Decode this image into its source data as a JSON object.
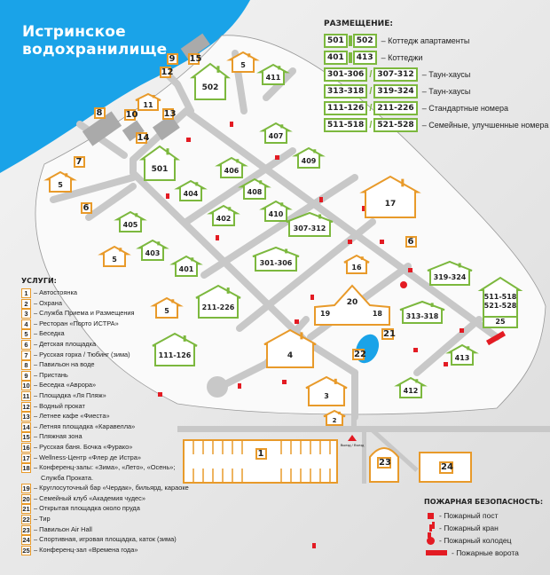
{
  "lake_title_line1": "Истринское",
  "lake_title_line2": "водохранилище",
  "accommodation": {
    "title": "РАЗМЕЩЕНИЕ:",
    "rows": [
      {
        "a": "501",
        "b": "502",
        "joiner": "-",
        "desc": "– Коттедж апартаменты"
      },
      {
        "a": "401",
        "b": "413",
        "joiner": "-",
        "desc": "– Коттеджи"
      },
      {
        "a": "301-306",
        "b": "307-312",
        "joiner": "/",
        "desc": "– Таун-хаусы"
      },
      {
        "a": "313-318",
        "b": "319-324",
        "joiner": "/",
        "desc": "– Таун-хаусы"
      },
      {
        "a": "111-126",
        "b": "211-226",
        "joiner": "/",
        "desc": "– Стандартные номера"
      },
      {
        "a": "511-518",
        "b": "521-528",
        "joiner": "/",
        "desc": "– Семейные, улучшенные номера"
      }
    ]
  },
  "services": {
    "title": "УСЛУГИ:",
    "items": [
      {
        "n": "1",
        "text": "– Автостоянка"
      },
      {
        "n": "2",
        "text": "– Охрана"
      },
      {
        "n": "3",
        "text": "– Служба Приема и Размещения"
      },
      {
        "n": "4",
        "text": "– Ресторан «Порто ИСТРА»"
      },
      {
        "n": "5",
        "text": "– Беседка"
      },
      {
        "n": "6",
        "text": "– Детская площадка"
      },
      {
        "n": "7",
        "text": "– Русская горка / Тюбинг (зима)"
      },
      {
        "n": "8",
        "text": "– Павильон на воде"
      },
      {
        "n": "9",
        "text": "– Пристань"
      },
      {
        "n": "10",
        "text": "– Беседка «Аврора»"
      },
      {
        "n": "11",
        "text": "– Площадка «Ля Пляж»"
      },
      {
        "n": "12",
        "text": "– Водный прокат"
      },
      {
        "n": "13",
        "text": "– Летнее кафе «Фиеста»"
      },
      {
        "n": "14",
        "text": "– Летняя площадка «Каравелла»"
      },
      {
        "n": "15",
        "text": "– Пляжная зона"
      },
      {
        "n": "16",
        "text": "– Русская баня. Бочка «Фурако»"
      },
      {
        "n": "17",
        "text": "– Wellness-Центр «Флер де Истра»"
      },
      {
        "n": "18",
        "text": "– Конференц-залы: «Зима», «Лето», «Осень»;"
      },
      {
        "n": "",
        "text": "Служба Проката."
      },
      {
        "n": "19",
        "text": "– Круглосуточный бар «Чердак», бильярд, караоке"
      },
      {
        "n": "20",
        "text": "– Семейный клуб «Академия чудес»"
      },
      {
        "n": "21",
        "text": "– Открытая площадка около пруда"
      },
      {
        "n": "22",
        "text": "– Тир"
      },
      {
        "n": "23",
        "text": "– Павильон Air Hall"
      },
      {
        "n": "24",
        "text": "– Спортивная, игровая площадка, каток (зима)"
      },
      {
        "n": "25",
        "text": "– Конференц-зал «Времена года»"
      }
    ]
  },
  "fire_safety": {
    "title": "ПОЖАРНАЯ БЕЗОПАСНОСТЬ:",
    "items": [
      {
        "icon": "fire-post-icon",
        "text": "- Пожарный пост"
      },
      {
        "icon": "fire-hydrant-icon",
        "text": "- Пожарный кран"
      },
      {
        "icon": "fire-well-icon",
        "text": "- Пожарный колодец"
      },
      {
        "icon": "fire-gate-icon",
        "text": "- Пожарные ворота"
      }
    ]
  },
  "entrance_label": "Выезд / Въезд",
  "map_markers": {
    "green": [
      "502",
      "411",
      "407",
      "409",
      "501",
      "406",
      "404",
      "408",
      "410",
      "402",
      "405",
      "403",
      "401",
      "307-312",
      "301-306",
      "211-226",
      "111-126",
      "319-324",
      "313-318",
      "413",
      "412"
    ],
    "family_block": {
      "line1": "511-518",
      "line2": "521-528",
      "service": "25"
    },
    "orange_houses": [
      "5",
      "5",
      "5",
      "5",
      "17",
      "16",
      "4",
      "3",
      "2",
      "11"
    ],
    "building20": {
      "main": "20",
      "left": "19",
      "right": "18"
    },
    "boxes": [
      "9",
      "15",
      "12",
      "8",
      "10",
      "13",
      "14",
      "7",
      "6",
      "6",
      "21",
      "22",
      "1",
      "23",
      "24"
    ]
  },
  "colors": {
    "water": "#1aa3e8",
    "green": "#7cb83e",
    "orange": "#e89a2a",
    "fire": "#e31b23",
    "road": "#c4c4c4"
  }
}
